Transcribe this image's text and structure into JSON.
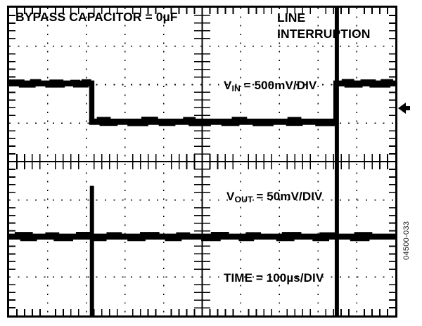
{
  "scope": {
    "title_left": "BYPASS CAPACITOR = 0µF",
    "title_right": "LINE INTERRUPTION",
    "channel_vin": {
      "name": "V",
      "subscript": "IN",
      "scale": " = 500mV/DIV"
    },
    "channel_vout": {
      "name": "V",
      "subscript": "OUT",
      "scale": " = 50mV/DIV"
    },
    "timebase": "TIME = 100µs/DIV",
    "watermark": "04500-033",
    "grid": {
      "columns": 10,
      "rows": 8,
      "border_color": "#000000",
      "trace_color": "#000000"
    }
  },
  "chart_data": {
    "type": "line",
    "title": "BYPASS CAPACITOR = 0µF",
    "annotation": "LINE INTERRUPTION",
    "xlabel": "TIME = 100µs/DIV",
    "grid": true,
    "legend": "none",
    "axis": {
      "x_divisions": 10,
      "y_divisions": 8,
      "x_per_div": "100µs",
      "x_units": "µs",
      "x_total_span": 1000
    },
    "series": [
      {
        "name": "V_IN",
        "ylabel": "V",
        "y_subscript": "IN",
        "volts_per_div": 0.5,
        "units": "mV/DIV",
        "scale_label": "500mV/DIV",
        "baseline_div_from_top": 2.0,
        "description": "High level for first 2.1 divisions, steps down 1 division during line interruption, returns high at 8.4 divisions",
        "x": [
          0,
          212,
          212,
          850,
          850,
          1000
        ],
        "y_div": [
          2.0,
          2.0,
          3.0,
          3.0,
          2.0,
          2.0
        ]
      },
      {
        "name": "V_OUT",
        "ylabel": "V",
        "y_subscript": "OUT",
        "volts_per_div": 0.05,
        "units": "mV/DIV",
        "scale_label": "50mV/DIV",
        "baseline_div_from_top": 6.0,
        "description": "Flat baseline with two narrow full-height transient spikes coincident with the V_IN edges",
        "x": [
          0,
          212,
          850,
          1000
        ],
        "y_div": [
          6.0,
          6.0,
          6.0,
          6.0
        ],
        "spikes": [
          {
            "x": 212,
            "top_div": 4.65,
            "bottom_div": 8.0
          },
          {
            "x": 850,
            "top_div": 0.0,
            "bottom_div": 8.0
          }
        ]
      }
    ]
  }
}
